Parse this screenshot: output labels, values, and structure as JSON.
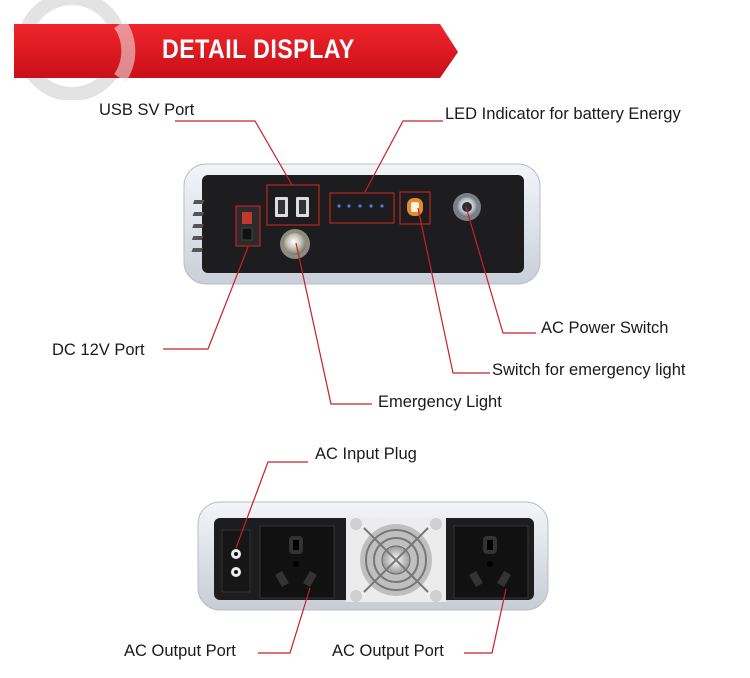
{
  "banner": {
    "title": "DETAIL DISPLAY",
    "color": "#e8121d"
  },
  "callout_color": "#c8202a",
  "front_labels": {
    "usb_port": "USB SV Port",
    "led_indicator": "LED Indicator for battery Energy",
    "dc_port": "DC 12V Port",
    "ac_power_switch": "AC Power Switch",
    "emergency_switch": "Switch for emergency light",
    "emergency_light": "Emergency Light"
  },
  "back_labels": {
    "ac_input_plug": "AC Input Plug",
    "ac_output_left": "AC Output Port",
    "ac_output_right": "AC Output Port"
  }
}
